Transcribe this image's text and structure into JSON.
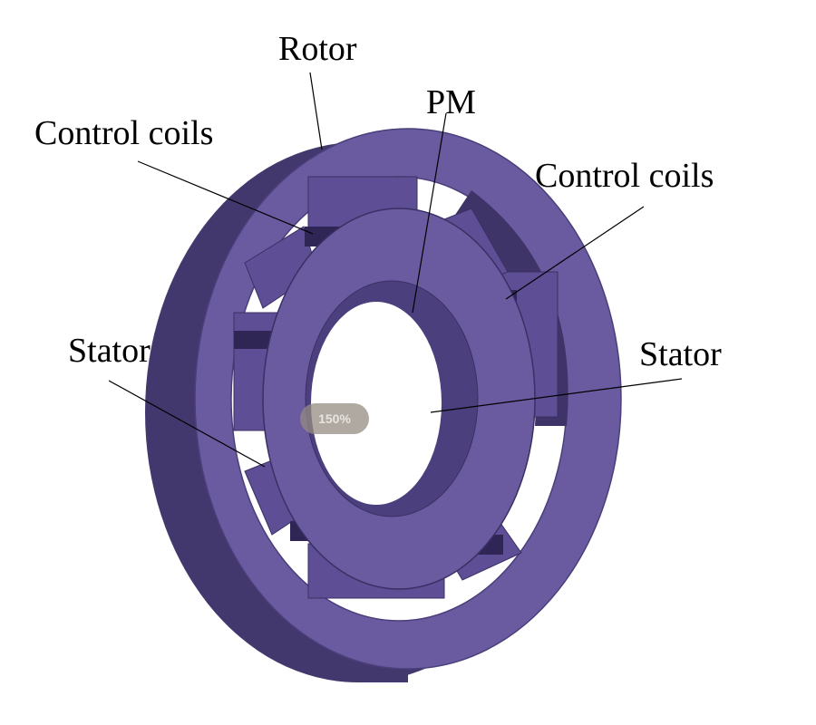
{
  "labels": {
    "rotor": "Rotor",
    "pm": "PM",
    "control_coils_left": "Control coils",
    "control_coils_right": "Control coils",
    "stator_left": "Stator",
    "stator_right": "Stator"
  },
  "zoom_badge": "150%",
  "colors": {
    "face": "#6a5aa0",
    "side": "#43386e",
    "dark": "#2f2656",
    "light": "#7a6ab2"
  }
}
